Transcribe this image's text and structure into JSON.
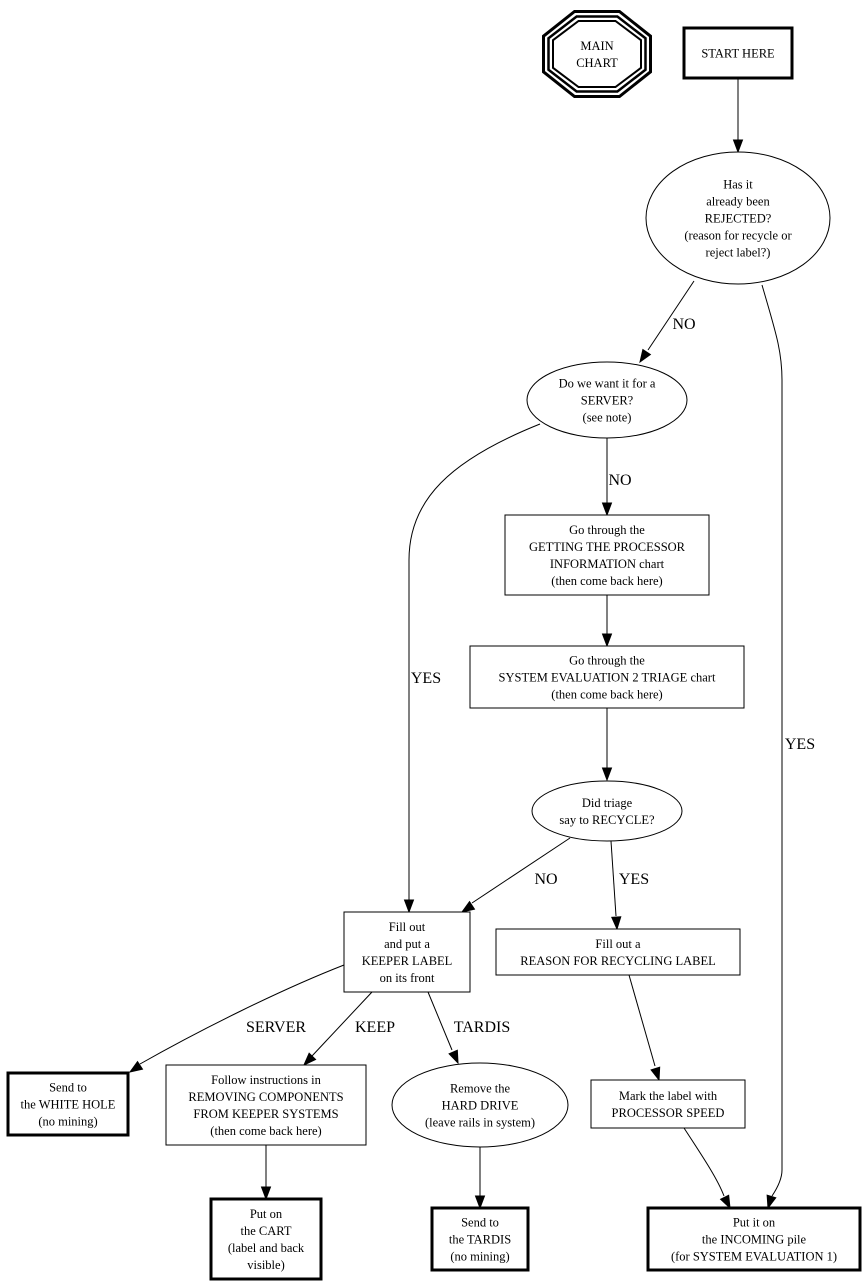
{
  "diagram": {
    "type": "flowchart",
    "nodes": {
      "main_chart": {
        "shape": "tripleoctagon",
        "lines": [
          "MAIN",
          "CHART"
        ]
      },
      "start_here": {
        "shape": "box-bold",
        "lines": [
          "START HERE"
        ]
      },
      "already_rejected": {
        "shape": "ellipse",
        "lines": [
          "Has it",
          "already been",
          "REJECTED?",
          "(reason for recycle or",
          "reject label?)"
        ]
      },
      "want_for_server": {
        "shape": "ellipse",
        "lines": [
          "Do we want it for a",
          "SERVER?",
          "(see note)"
        ]
      },
      "processor_info": {
        "shape": "box",
        "lines": [
          "Go through the",
          "GETTING THE PROCESSOR",
          "INFORMATION chart",
          "(then come back here)"
        ]
      },
      "triage_chart": {
        "shape": "box",
        "lines": [
          "Go through the",
          "SYSTEM EVALUATION 2 TRIAGE chart",
          "(then come back here)"
        ]
      },
      "triage_recycle": {
        "shape": "ellipse",
        "lines": [
          "Did triage",
          "say to RECYCLE?"
        ]
      },
      "keeper_label": {
        "shape": "box",
        "lines": [
          "Fill out",
          "and put a",
          "KEEPER LABEL",
          "on its front"
        ]
      },
      "recycling_label": {
        "shape": "box",
        "lines": [
          "Fill out a",
          "REASON FOR RECYCLING LABEL"
        ]
      },
      "white_hole": {
        "shape": "box-bold",
        "lines": [
          "Send to",
          "the WHITE HOLE",
          "(no mining)"
        ]
      },
      "removing_components": {
        "shape": "box",
        "lines": [
          "Follow instructions in",
          "REMOVING COMPONENTS",
          "FROM KEEPER SYSTEMS",
          "(then come back here)"
        ]
      },
      "remove_hard_drive": {
        "shape": "ellipse",
        "lines": [
          "Remove the",
          "HARD DRIVE",
          "(leave rails in system)"
        ]
      },
      "processor_speed": {
        "shape": "box",
        "lines": [
          "Mark the label with",
          "PROCESSOR SPEED"
        ]
      },
      "cart": {
        "shape": "box-bold",
        "lines": [
          "Put on",
          "the CART",
          "(label and back",
          "visible)"
        ]
      },
      "tardis": {
        "shape": "box-bold",
        "lines": [
          "Send to",
          "the TARDIS",
          "(no mining)"
        ]
      },
      "incoming_pile": {
        "shape": "box-bold",
        "lines": [
          "Put it on",
          "the INCOMING pile",
          "(for SYSTEM EVALUATION 1)"
        ]
      }
    },
    "edges": [
      {
        "from": "start_here",
        "to": "already_rejected",
        "label": ""
      },
      {
        "from": "already_rejected",
        "to": "want_for_server",
        "label": "NO"
      },
      {
        "from": "already_rejected",
        "to": "incoming_pile",
        "label": "YES"
      },
      {
        "from": "want_for_server",
        "to": "processor_info",
        "label": "NO"
      },
      {
        "from": "want_for_server",
        "to": "keeper_label",
        "label": "YES"
      },
      {
        "from": "processor_info",
        "to": "triage_chart",
        "label": ""
      },
      {
        "from": "triage_chart",
        "to": "triage_recycle",
        "label": ""
      },
      {
        "from": "triage_recycle",
        "to": "keeper_label",
        "label": "NO"
      },
      {
        "from": "triage_recycle",
        "to": "recycling_label",
        "label": "YES"
      },
      {
        "from": "keeper_label",
        "to": "white_hole",
        "label": "SERVER"
      },
      {
        "from": "keeper_label",
        "to": "removing_components",
        "label": "KEEP"
      },
      {
        "from": "keeper_label",
        "to": "remove_hard_drive",
        "label": "TARDIS"
      },
      {
        "from": "recycling_label",
        "to": "processor_speed",
        "label": ""
      },
      {
        "from": "removing_components",
        "to": "cart",
        "label": ""
      },
      {
        "from": "remove_hard_drive",
        "to": "tardis",
        "label": ""
      },
      {
        "from": "processor_speed",
        "to": "incoming_pile",
        "label": ""
      }
    ]
  }
}
